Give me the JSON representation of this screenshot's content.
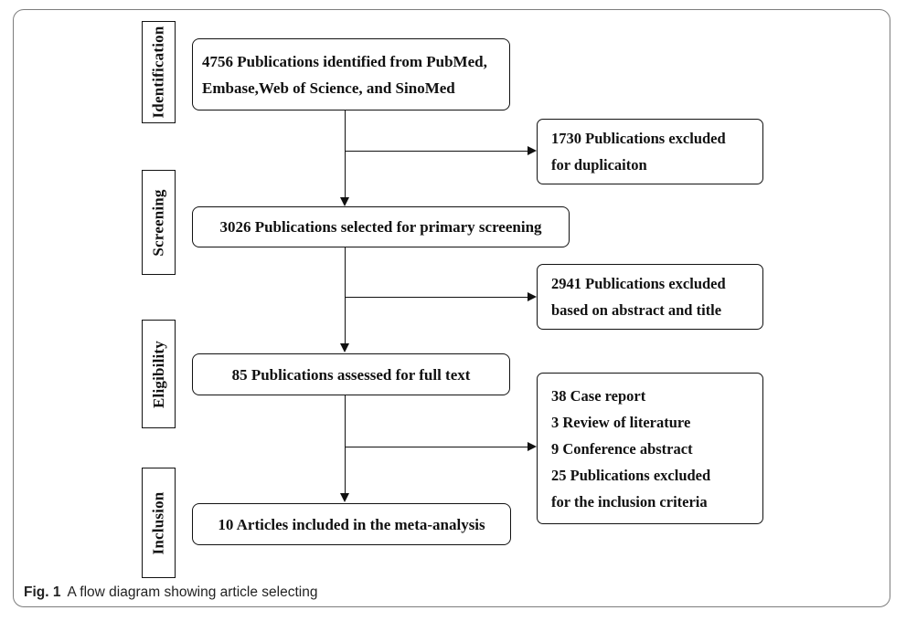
{
  "figure": {
    "caption_label": "Fig. 1",
    "caption_text": "A flow diagram showing article selecting"
  },
  "stages": {
    "identification": "Identification",
    "screening": "Screening",
    "eligibility": "Eligibility",
    "inclusion": "Inclusion"
  },
  "flow": {
    "identified": {
      "line1": "4756 Publications identified from PubMed,",
      "line2": "Embase,Web of Science, and SinoMed"
    },
    "screened": {
      "line1": "3026 Publications selected for primary screening"
    },
    "assessed": {
      "line1": "85 Publications assessed for full text"
    },
    "included": {
      "line1": "10 Articles included in the meta-analysis"
    }
  },
  "exclusions": {
    "duplicates": {
      "line1": "1730 Publications excluded",
      "line2": "for duplicaiton"
    },
    "abstract_title": {
      "line1": "2941 Publications excluded",
      "line2": "based on abstract and title"
    },
    "full_text": {
      "line1": "38 Case report",
      "line2": "3 Review of literature",
      "line3": "9 Conference abstract",
      "line4": "25 Publications excluded",
      "line5": "for the inclusion criteria"
    }
  },
  "colors": {
    "box_border": "#111111",
    "frame_border": "#7d7d7d",
    "text": "#111111",
    "background": "#ffffff"
  }
}
